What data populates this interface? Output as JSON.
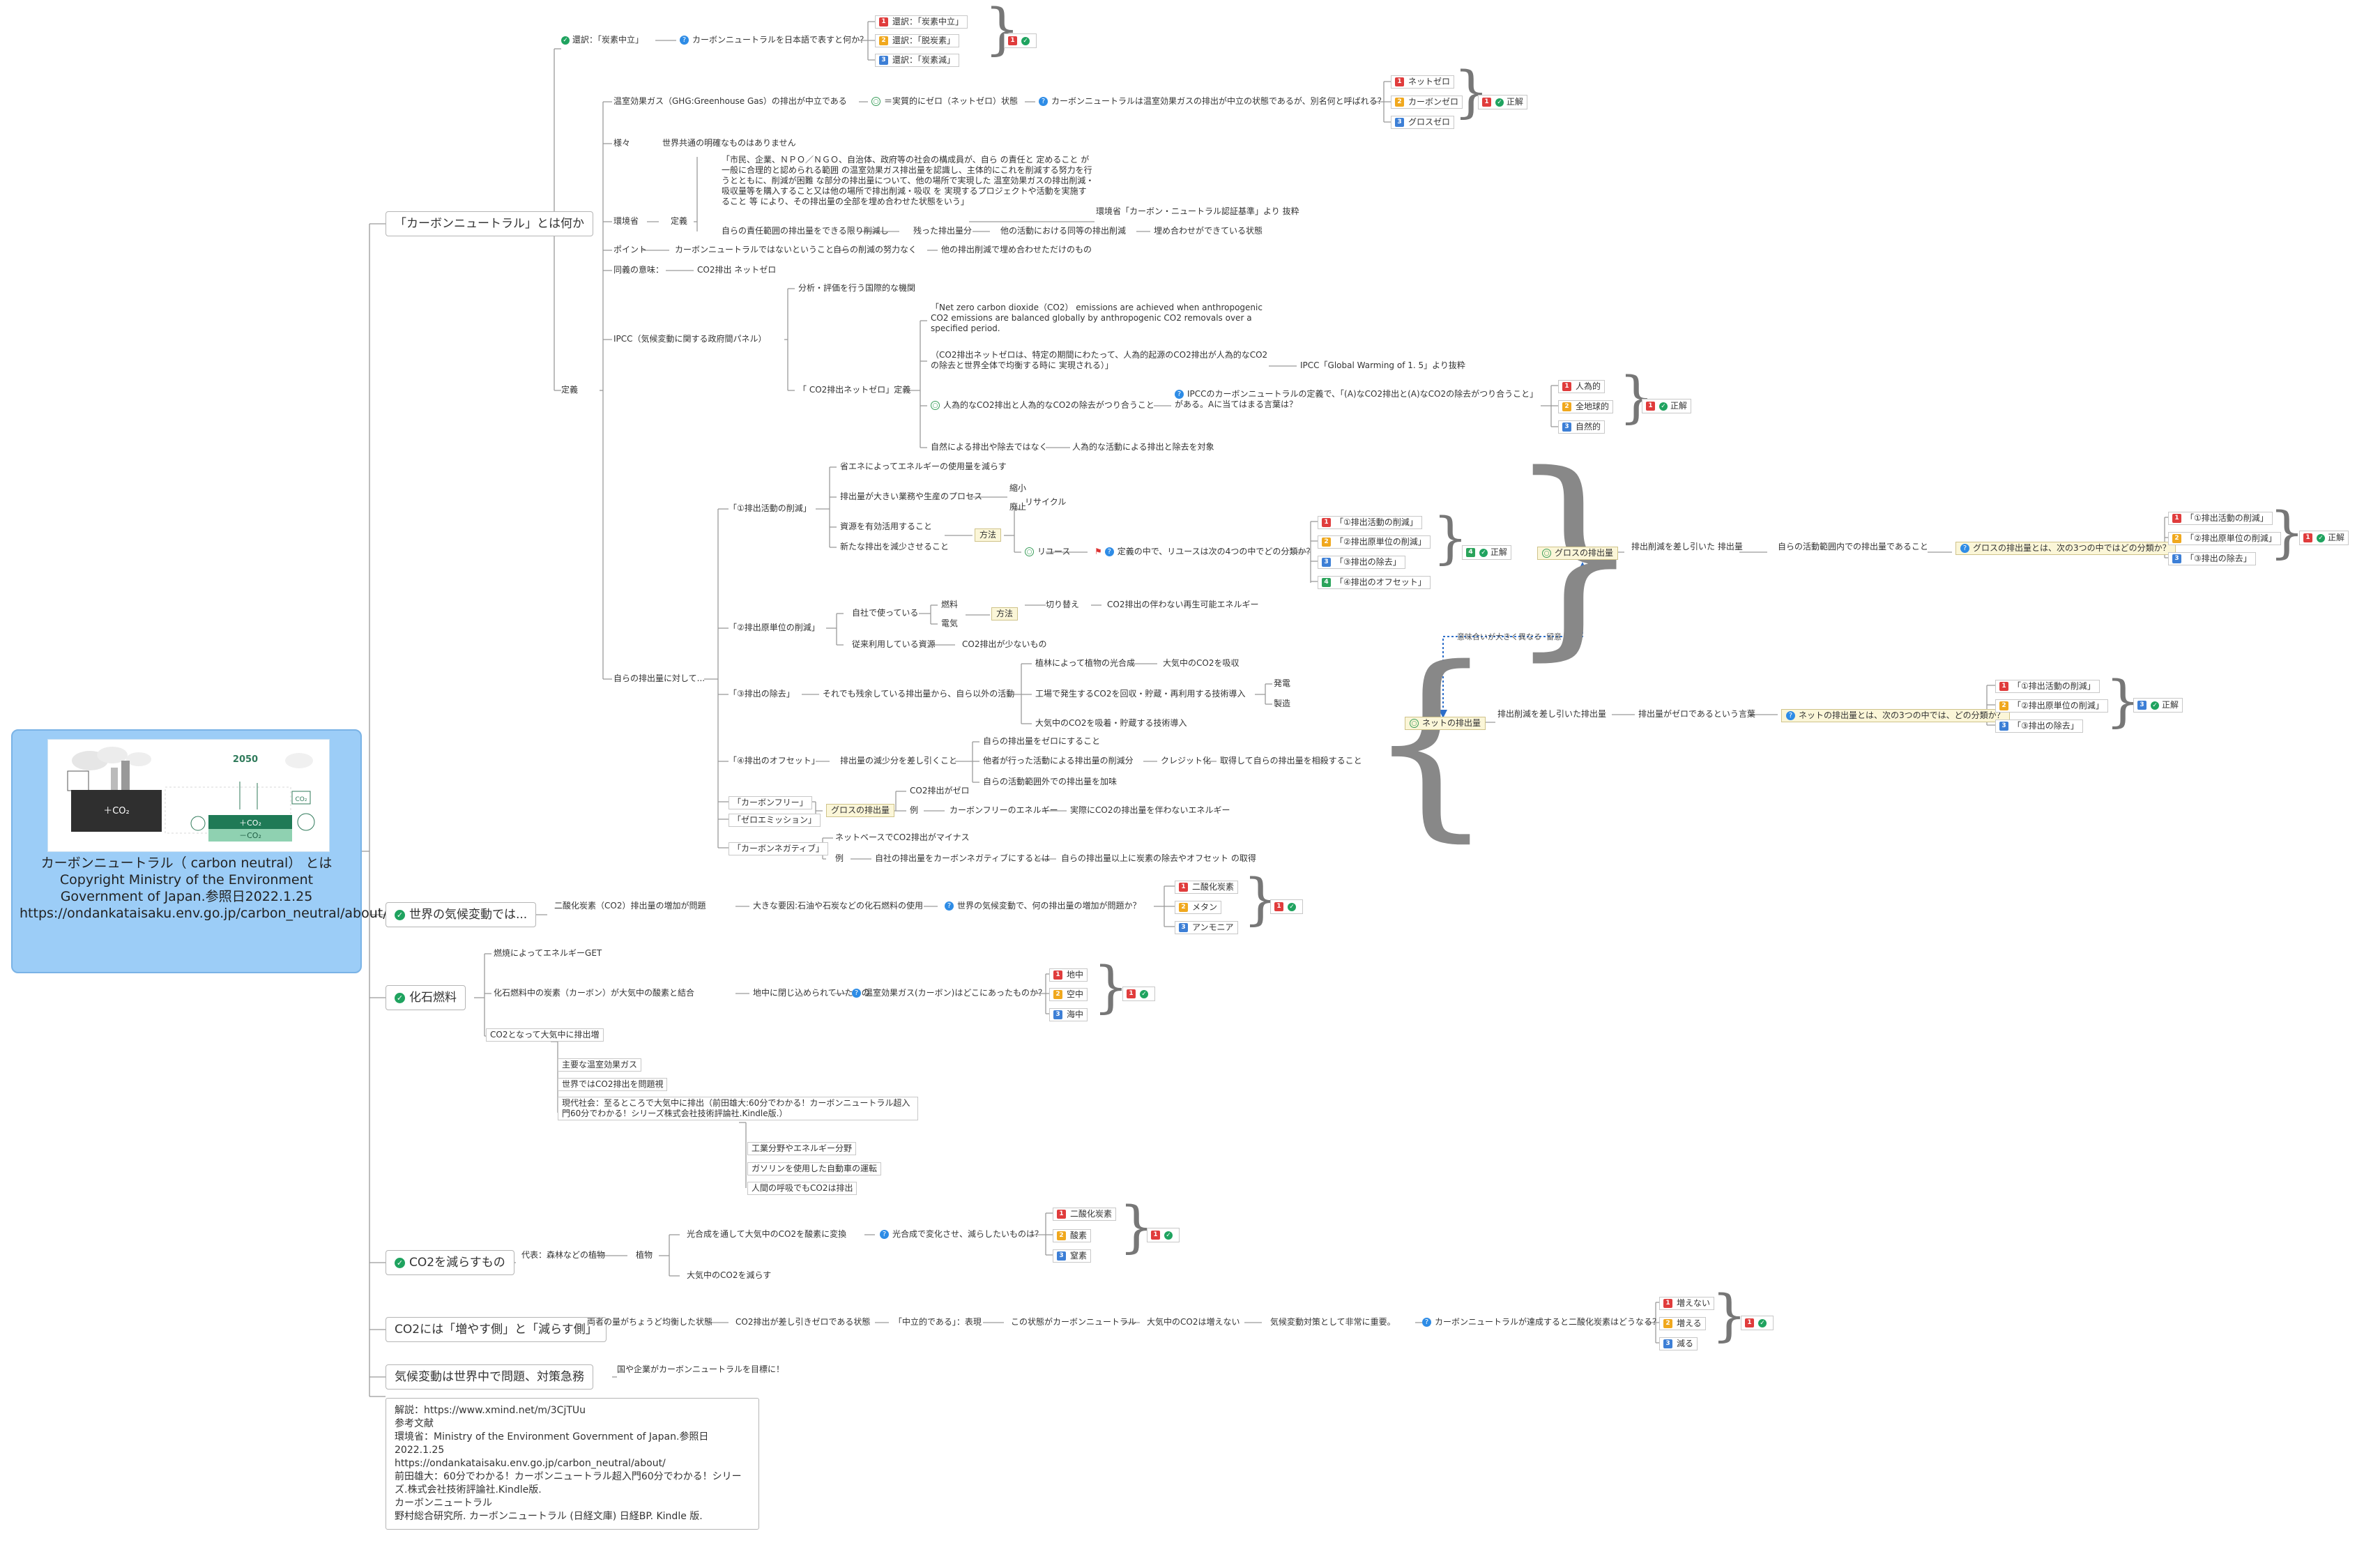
{
  "root": {
    "title": "カーボンニュートラル（ carbon neutral） とは Copyright Ministry of the Environment Government of Japan.参照日2022.1.25 https://ondankataisaku.env.go.jp/carbon_neutral/about/",
    "illustration": {
      "year": "2050",
      "minus_co2": "＋CO₂",
      "plus_co2": "＋CO₂",
      "minus_co2_2": "－CO₂",
      "co2_tag": "CO₂"
    }
  },
  "b1": {
    "title": "「カーボンニュートラル」とは何か",
    "trans_label": "還訳：「炭素中立」",
    "trans_q": "カーボンニュートラルを日本語で表すと何か？",
    "trans_opts": [
      "還訳：「炭素中立」",
      "還訳：「脱炭素」",
      "還訳：「炭素減」"
    ],
    "trans_ans": "1",
    "ghg": "温室効果ガス（GHG:Greenhouse Gas）の排出が中立である",
    "ghg_eq": "＝実質的にゼロ（ネットゼロ）状態",
    "ghg_q": "カーボンニュートラルは温室効果ガスの排出が中立の状態であるが、別名何と呼ばれる？",
    "ghg_opts": [
      "ネットゼロ",
      "カーボンゼロ",
      "グロスゼロ"
    ],
    "ghg_ans": "1",
    "ghg_ans_label": "正解",
    "teigi": "定義",
    "samazama": "様々",
    "samazama_note": "世界共通の明確なものはありません",
    "kankyo": "環境省",
    "kankyo_teigi": "定義",
    "kankyo_text": "「市民、企業、ＮＰＯ／ＮＧＯ、自治体、政府等の社会の構成員が、自ら の責任と 定めること が一般に合理的と認められる範囲 の温室効果ガス排出量を認識し、主体的にこれを削減する努力を行うとともに、削減が困難 な部分の排出量について、他の場所で実現した 温室効果ガスの排出削減・吸収量等を購入すること又は他の場所で排出削減・吸収 を 実現するプロジェクトや活動を実施すること 等 により、その排出量の全部を埋め合わせた状態をいう」",
    "kankyo_src": "環境省「カーボン・ニュートラル認証基準」より 抜粋",
    "kankyo_chain": [
      "自らの責任範囲の排出量をできる限り削減し",
      "残った排出量分",
      "他の活動における同等の排出削減",
      "埋め合わせができている状態"
    ],
    "point_label": "ポイント",
    "point_chain": [
      "カーボンニュートラルではないということ",
      "自らの削減の努力なく",
      "他の排出削減で埋め合わせただけのもの"
    ],
    "douki_label": "同義の意味：",
    "douki_val": "CO2排出 ネットゼロ",
    "ipcc_label": "IPCC（気候変動に関する政府間パネル）",
    "ipcc_role": "分析・評価を行う国際的な機関",
    "ipcc_def_label": "「 CO2排出ネットゼロ」定義",
    "ipcc_en": "「Net zero carbon dioxide（CO2） emissions are achieved when anthropogenic CO2 emissions are balanced globally by anthropogenic CO2 removals over a specified period.",
    "ipcc_jp": "（CO2排出ネットゼロは、特定の期間にわたって、人為的起源のCO2排出が人為的なCO2の除去と世界全体で均衡する時に 実現される）」",
    "ipcc_src": "IPCC「Global Warming of 1. 5」より抜粋",
    "ipcc_balance": "人為的なCO2排出と人為的なCO2の除去がつり合うこと",
    "ipcc_q": "IPCCのカーボンニュートラルの定義で、「(A)なCO2排出と(A)なCO2の除去がつり合うこと」がある。Aに当てはまる言葉は？",
    "ipcc_opts": [
      "人為的",
      "全地球的",
      "自然的"
    ],
    "ipcc_ans_label": "正解",
    "natural": "自然による排出や除去ではなく",
    "natural2": "人為的な活動による排出と除去を対象",
    "self_label": "自らの排出量に対して...",
    "r1": "「①排出活動の削減」",
    "r1_items": [
      "省エネによってエネルギーの使用量を減らす",
      "排出量が大きい業務や生産のプロセス",
      "資源を有効活用すること",
      "新たな排出を減少させること"
    ],
    "r1_method": "方法",
    "r1_small": [
      "縮小",
      "廃止",
      "リサイクル"
    ],
    "reuse": "リユース",
    "reuse_q": "定義の中で、リユースは次の4つの中でどの分類か？",
    "reuse_opts": [
      "「①排出活動の削減」",
      "「②排出原単位の削減」",
      "「③排出の除去」",
      "「④排出のオフセット」"
    ],
    "reuse_ans_label": "正解",
    "r2": "「②排出原単位の削減」",
    "r2_self": "自社で使っている",
    "r2_fuel": [
      "燃料",
      "電気"
    ],
    "r2_method": "方法",
    "r2_switch": "切り替え",
    "r2_switch2": "CO2排出の伴わない再生可能エネルギー",
    "r2_old": "従来利用している資源",
    "r2_old2": "CO2排出が少ないもの",
    "r3": "「③排出の除去」",
    "r3_text": "それでも残余している排出量から、自ら以外の活動",
    "r3_items": [
      "植林によって植物の光合成",
      "工場で発生するCO2を回収・貯蔵・再利用する技術導入",
      "大気中のCO2を吸着・貯蔵する技術導入"
    ],
    "r3_absorb": "大気中のCO2を吸収",
    "r3_hatsuden": [
      "発電",
      "製造"
    ],
    "r4": "「④排出のオフセット」",
    "r4_text": "排出量の減少分を差し引くこと",
    "r4_items": [
      "自らの排出量をゼロにすること",
      "他者が行った活動による排出量の削減分",
      "自らの活動範囲外での排出量を加味"
    ],
    "r4_credit": "クレジット化",
    "r4_credit2": "取得して自らの排出量を相殺すること",
    "gross_node": "グロスの排出量",
    "gross_desc": "排出削減を差し引いた 排出量",
    "gross_desc2": "自らの活動範囲内での排出量であること",
    "gross_q": "グロスの排出量とは、次の3つの中ではどの分類か？",
    "gross_opts": [
      "「①排出活動の削減」",
      "「②排出原単位の削減」",
      "「③排出の除去」"
    ],
    "gross_ans_label": "正解",
    "net_node": "ネットの排出量",
    "net_desc": "排出削減を差し引いた排出量",
    "net_desc2": "排出量がゼロであるという言葉",
    "net_q": "ネットの排出量とは、次の3つの中では、どの分類か？",
    "net_opts": [
      "「①排出活動の削減」",
      "「②排出原単位の削減」",
      "「③排出の除去」"
    ],
    "net_ans_label": "正解",
    "link_label": "意味合いが大きく異なる",
    "link_label2": "留意",
    "cf": "「カーボンフリー」",
    "ze": "「ゼロエミッション」",
    "gross_group": "グロスの排出量",
    "gross_zero": "CO2排出がゼロ",
    "rei": "例",
    "cf_energy": "カーボンフリーのエネルギー",
    "cf_energy2": "実際にCO2の排出量を伴わないエネルギー",
    "cn": "「カーボンネガティブ」",
    "cn_net": "ネットベースでCO2排出がマイナス",
    "cn_rei": "例",
    "cn_text": "自社の排出量をカーボンネガティブにするとは",
    "cn_text2": "自らの排出量以上に炭素の除去やオフセット の取得"
  },
  "b2": {
    "title": "世界の気候変動では...",
    "chain": [
      "二酸化炭素（CO2）排出量の増加が問題",
      "大きな要因:石油や石炭などの化石燃料の使用"
    ],
    "q": "世界の気候変動で、何の排出量の増加が問題か？",
    "opts": [
      "二酸化炭素",
      "メタン",
      "アンモニア"
    ]
  },
  "b3": {
    "title": "化石燃料",
    "c1": "燃焼によってエネルギーGET",
    "c2": "化石燃料中の炭素（カーボン）が大気中の酸素と結合",
    "c2b": "地中に閉じ込められていたもの",
    "q": "温室効果ガス(カーボン)はどこにあったものか？",
    "opts": [
      "地中",
      "空中",
      "海中"
    ],
    "c3": "CO2となって大気中に排出増",
    "c3_items": [
      "主要な温室効果ガス",
      "世界ではCO2排出を問題視",
      "現代社会：至るところで大気中に排出（前田雄大:60分でわかる！カーボンニュートラル超入門60分でわかる！シリーズ株式会社技術評論社.Kindle版.）"
    ],
    "c4_items": [
      "工業分野やエネルギー分野",
      "ガソリンを使用した自動車の運転",
      "人間の呼吸でもCO2は排出"
    ]
  },
  "b4": {
    "title": "CO2を減らすもの",
    "c1": "代表：森林などの植物",
    "c2": "植物",
    "c3": "光合成を通して大気中のCO2を酸素に変換",
    "q": "光合成で変化させ、減らしたいものは？",
    "opts": [
      "二酸化炭素",
      "酸素",
      "窒素"
    ],
    "c4": "大気中のCO2を減らす"
  },
  "b5": {
    "title": "CO2には「増やす側」と「減らす側」",
    "chain": [
      "両者の量がちょうど均衡した状態",
      "CO2排出が差し引きゼロである状態",
      "「中立的である」：表現",
      "この状態がカーボンニュートラル",
      "大気中のCO2は増えない",
      "気候変動対策として非常に重要。"
    ],
    "q": "カーボンニュートラルが達成すると二酸化炭素はどうなる？",
    "opts": [
      "増えない",
      "増える",
      "減る"
    ]
  },
  "b6": {
    "title": "気候変動は世界中で問題、対策急務",
    "c1": "国や企業がカーボンニュートラルを目標に！"
  },
  "refs": {
    "lines": [
      "解説：https://www.xmind.net/m/3CjTUu",
      "参考文献",
      "環境省：Ministry of the Environment Government of Japan.参照日2022.1.25",
      "https://ondankataisaku.env.go.jp/carbon_neutral/about/",
      "前田雄大：60分でわかる！カーボンニュートラル超入門60分でわかる！シリーズ.株式会社技術評論社.Kindle版.",
      "カーボンニュートラル",
      "野村総合研究所. カーボンニュートラル (日経文庫) 日経BP. Kindle 版."
    ]
  },
  "colors": {
    "root_bg": "#9ccdf7",
    "tick": "#1fa35f",
    "q": "#2e8ce6",
    "r1": "#e03c3c",
    "r2": "#f0a81e",
    "r3": "#3d7fd6",
    "r4": "#2aa35a"
  }
}
